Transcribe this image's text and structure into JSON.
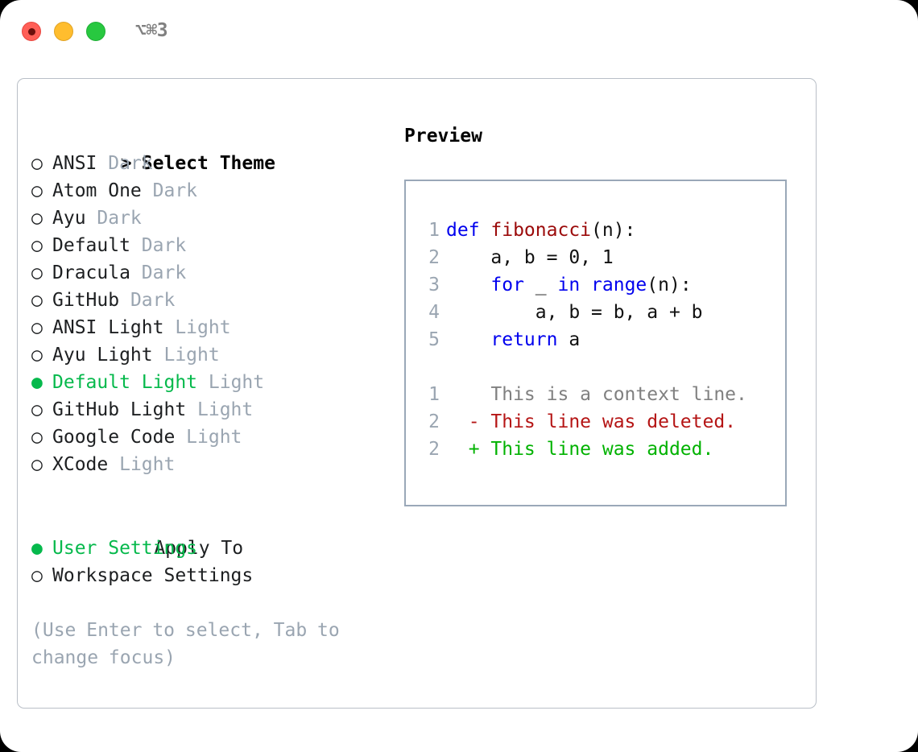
{
  "titlebar": {
    "shortcut": "⌥⌘3",
    "buttons": {
      "close": "close",
      "minimize": "minimize",
      "maximize": "maximize"
    }
  },
  "colors": {
    "accent_green": "#06b94c",
    "muted_gray": "#9aa5b1",
    "keyword_blue": "#0000ee",
    "function_red": "#9b0a0a",
    "diff_removed": "#b51515",
    "diff_added": "#00b200",
    "border": "#9aa8b8",
    "card_border": "#b9bfc7",
    "traffic_close": "#ff5f57",
    "traffic_min": "#ffbd2e",
    "traffic_max": "#28c840"
  },
  "theme_list": {
    "header_prefix": "> ",
    "header": "Select Theme",
    "bullet_selected": "●",
    "bullet_unselected": "○",
    "items": [
      {
        "name": "ANSI",
        "variant": "Dark",
        "selected": false
      },
      {
        "name": "Atom One",
        "variant": "Dark",
        "selected": false
      },
      {
        "name": "Ayu",
        "variant": "Dark",
        "selected": false
      },
      {
        "name": "Default",
        "variant": "Dark",
        "selected": false
      },
      {
        "name": "Dracula",
        "variant": "Dark",
        "selected": false
      },
      {
        "name": "GitHub",
        "variant": "Dark",
        "selected": false
      },
      {
        "name": "ANSI Light",
        "variant": "Light",
        "selected": false
      },
      {
        "name": "Ayu Light",
        "variant": "Light",
        "selected": false
      },
      {
        "name": "Default Light",
        "variant": "Light",
        "selected": true
      },
      {
        "name": "GitHub Light",
        "variant": "Light",
        "selected": false
      },
      {
        "name": "Google Code",
        "variant": "Light",
        "selected": false
      },
      {
        "name": "XCode",
        "variant": "Light",
        "selected": false
      }
    ]
  },
  "apply_to": {
    "header": "Apply To",
    "options": [
      {
        "label": "User Settings",
        "selected": true
      },
      {
        "label": "Workspace Settings",
        "selected": false
      }
    ]
  },
  "hint": "(Use Enter to select, Tab to change focus)",
  "preview": {
    "title": "Preview",
    "code_lines": [
      {
        "num": "1",
        "tokens": [
          {
            "t": "def ",
            "c": "k"
          },
          {
            "t": "fibonacci",
            "c": "fn"
          },
          {
            "t": "(n):",
            "c": "pl"
          }
        ]
      },
      {
        "num": "2",
        "tokens": [
          {
            "t": "    a, b = 0, 1",
            "c": "pl"
          }
        ]
      },
      {
        "num": "3",
        "tokens": [
          {
            "t": "    ",
            "c": "pl"
          },
          {
            "t": "for",
            "c": "k"
          },
          {
            "t": " _ ",
            "c": "pl"
          },
          {
            "t": "in",
            "c": "k"
          },
          {
            "t": " ",
            "c": "pl"
          },
          {
            "t": "range",
            "c": "k"
          },
          {
            "t": "(n):",
            "c": "pl"
          }
        ]
      },
      {
        "num": "4",
        "tokens": [
          {
            "t": "        a, b = b, a + b",
            "c": "pl"
          }
        ]
      },
      {
        "num": "5",
        "tokens": [
          {
            "t": "    ",
            "c": "pl"
          },
          {
            "t": "return",
            "c": "k"
          },
          {
            "t": " a",
            "c": "pl"
          }
        ]
      }
    ],
    "diff_lines": [
      {
        "num": "1",
        "marker": " ",
        "text": " This is a context line.",
        "kind": "ctx"
      },
      {
        "num": "2",
        "marker": "-",
        "text": " This line was deleted.",
        "kind": "del"
      },
      {
        "num": "2",
        "marker": "+",
        "text": " This line was added.",
        "kind": "add"
      }
    ]
  }
}
